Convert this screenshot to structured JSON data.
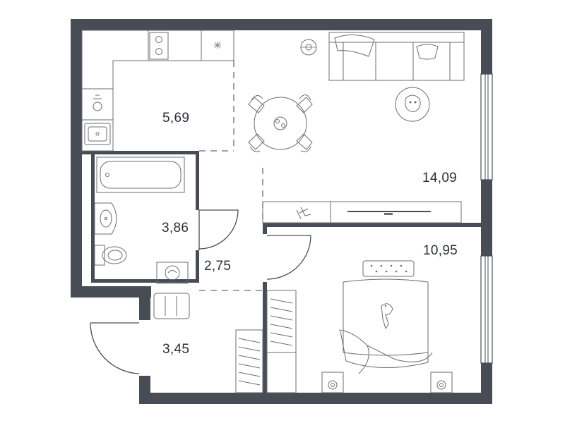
{
  "floorplan": {
    "rooms": [
      {
        "id": "kitchen",
        "area": "5,69"
      },
      {
        "id": "living-room",
        "area": "14,09"
      },
      {
        "id": "bathroom",
        "area": "3,86"
      },
      {
        "id": "hallway",
        "area": "2,75"
      },
      {
        "id": "bedroom",
        "area": "10,95"
      },
      {
        "id": "entrance",
        "area": "3,45"
      }
    ]
  },
  "colors": {
    "wall": "#474c55",
    "furniture_stroke": "#6a6d72",
    "label": "#2b3038",
    "background": "#ffffff"
  }
}
